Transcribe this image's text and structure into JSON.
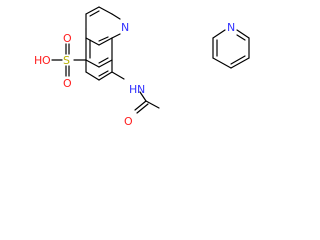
{
  "colors": {
    "bond": "#000000",
    "carbon": "#000000",
    "nitrogen": "#3333ff",
    "oxygen": "#ff2020",
    "sulfur": "#b8b000"
  },
  "molecule_1": {
    "quinoline_n": "N",
    "amide_nh": "N",
    "amide_h": "H",
    "amide_o": "O",
    "sulfonyl_s": "S",
    "sulfonyl_o_top": "O",
    "sulfonyl_o_bottom": "O",
    "sulfonic_oh_o": "O",
    "sulfonic_oh_h": "H"
  },
  "molecule_2": {
    "pyridine_n": "N"
  }
}
